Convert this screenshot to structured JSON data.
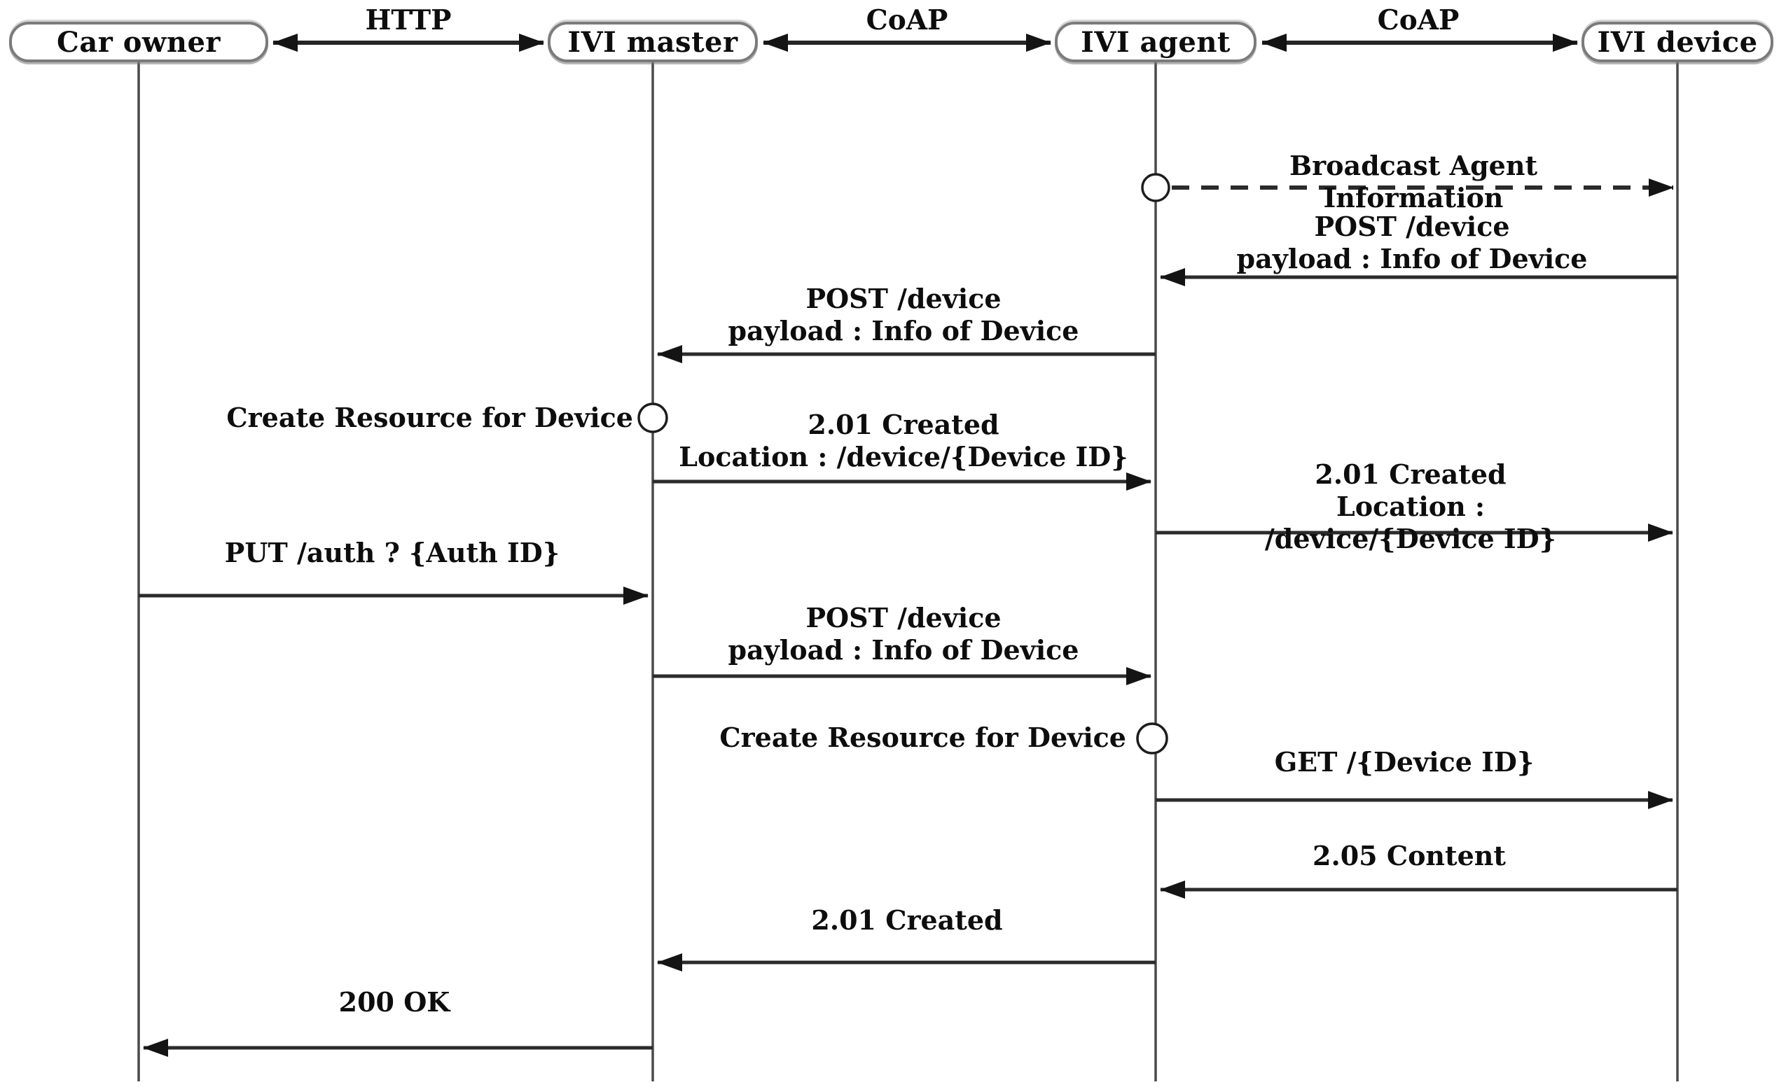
{
  "colors": {
    "background": "#ffffff",
    "line": "#252525",
    "text": "#0d0d0d",
    "box_border": "#7b7b7b"
  },
  "diagram": {
    "type": "sequence-diagram",
    "actors": [
      {
        "label": "Car owner"
      },
      {
        "label": "IVI master"
      },
      {
        "label": "IVI agent"
      },
      {
        "label": "IVI device"
      }
    ],
    "protocols": [
      {
        "label": "HTTP",
        "between": [
          "Car owner",
          "IVI master"
        ]
      },
      {
        "label": "CoAP",
        "between": [
          "IVI master",
          "IVI agent"
        ]
      },
      {
        "label": "CoAP",
        "between": [
          "IVI agent",
          "IVI device"
        ]
      }
    ],
    "messages": [
      {
        "label": "Broadcast Agent Information",
        "from": "IVI agent",
        "to": "IVI device",
        "line": "dashed"
      },
      {
        "label": "POST /device\npayload : Info of Device",
        "from": "IVI device",
        "to": "IVI agent",
        "line": "solid"
      },
      {
        "label": "POST /device\npayload : Info of Device",
        "from": "IVI agent",
        "to": "IVI master",
        "line": "solid"
      },
      {
        "label": "2.01 Created\nLocation : /device/{Device ID}",
        "from": "IVI master",
        "to": "IVI agent",
        "line": "solid"
      },
      {
        "label": "2.01 Created\nLocation : /device/{Device ID}",
        "from": "IVI agent",
        "to": "IVI device",
        "line": "solid"
      },
      {
        "label": "PUT /auth ? {Auth ID}",
        "from": "Car owner",
        "to": "IVI master",
        "line": "solid"
      },
      {
        "label": "POST /device\npayload : Info of Device",
        "from": "IVI master",
        "to": "IVI agent",
        "line": "solid"
      },
      {
        "label": "GET /{Device ID}",
        "from": "IVI agent",
        "to": "IVI device",
        "line": "solid"
      },
      {
        "label": "2.05 Content",
        "from": "IVI device",
        "to": "IVI agent",
        "line": "solid"
      },
      {
        "label": "2.01 Created",
        "from": "IVI agent",
        "to": "IVI master",
        "line": "solid"
      },
      {
        "label": "200 OK",
        "from": "IVI master",
        "to": "Car owner",
        "line": "solid"
      }
    ],
    "actions": [
      {
        "label": "Create Resource for Device",
        "on": "IVI master"
      },
      {
        "label": "Create Resource for Device",
        "on": "IVI agent"
      }
    ]
  }
}
